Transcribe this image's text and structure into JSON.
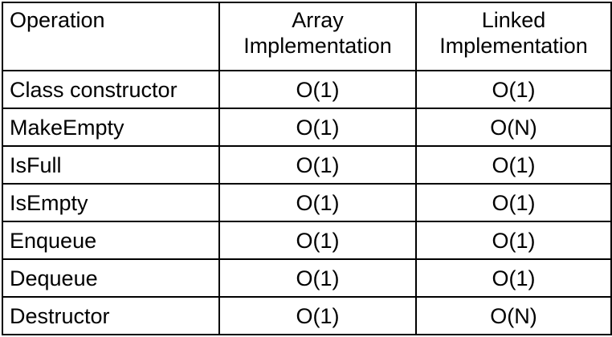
{
  "table": {
    "headers": {
      "operation": "Operation",
      "array": [
        "Array",
        "Implementation"
      ],
      "linked": [
        "Linked",
        "Implementation"
      ]
    },
    "rows": [
      {
        "operation": "Class constructor",
        "array": "O(1)",
        "linked": "O(1)"
      },
      {
        "operation": "MakeEmpty",
        "array": "O(1)",
        "linked": "O(N)"
      },
      {
        "operation": "IsFull",
        "array": "O(1)",
        "linked": "O(1)"
      },
      {
        "operation": "IsEmpty",
        "array": "O(1)",
        "linked": "O(1)"
      },
      {
        "operation": "Enqueue",
        "array": "O(1)",
        "linked": "O(1)"
      },
      {
        "operation": "Dequeue",
        "array": "O(1)",
        "linked": "O(1)"
      },
      {
        "operation": "Destructor",
        "array": "O(1)",
        "linked": "O(N)"
      }
    ]
  }
}
